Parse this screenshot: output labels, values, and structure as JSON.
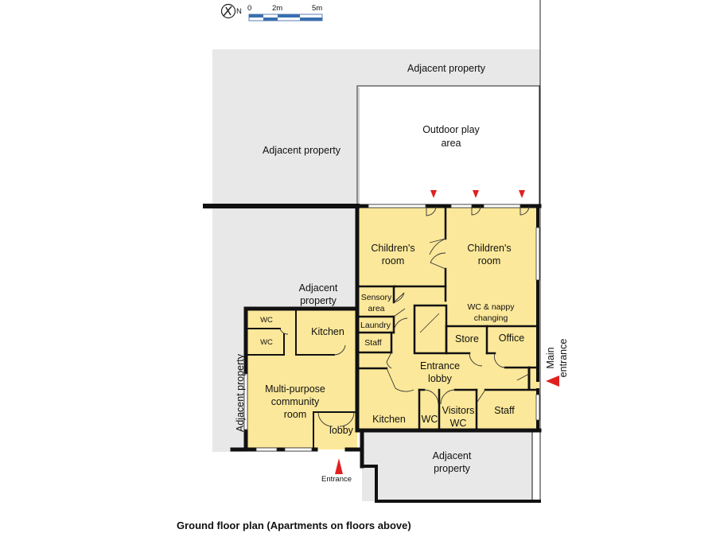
{
  "title": "Ground floor plan (Apartments on floors above)",
  "north": {
    "label": "N"
  },
  "scale_bar": {
    "labels": [
      "0",
      "2m",
      "5m"
    ]
  },
  "colors": {
    "room_fill": "#fce89a",
    "adjacent_fill": "#e8e8e8",
    "wall": "#111111",
    "arrow": "#e02020"
  },
  "adjacent": {
    "top": "Adjacent  property",
    "left": "Adjacent  property",
    "middle": [
      "Adjacent",
      "property"
    ],
    "bottom": [
      "Adjacent",
      "property"
    ],
    "vertical": "Adjacent  property"
  },
  "outdoor": [
    "Outdoor play",
    "area"
  ],
  "rooms": {
    "children1": [
      "Children's",
      "room"
    ],
    "children2": [
      "Children's",
      "room"
    ],
    "sensory": [
      "Sensory",
      "area"
    ],
    "laundry": "Laundry",
    "staff_small": "Staff",
    "wc_nappy": [
      "WC & nappy",
      "changing"
    ],
    "store": "Store",
    "office": "Office",
    "lobby": [
      "Entrance",
      "lobby"
    ],
    "kitchen_main": "Kitchen",
    "wc_main": "WC",
    "visitors_wc": [
      "Visitors",
      "WC"
    ],
    "staff_main": "Staff",
    "wc_top": "WC",
    "wc_bottom": "WC",
    "kitchen_community": "Kitchen",
    "multipurpose": [
      "Multi-purpose",
      "community",
      "room"
    ],
    "community_lobby": "lobby"
  },
  "entrances": {
    "main": [
      "Main",
      "entrance"
    ],
    "community": "Entrance"
  }
}
